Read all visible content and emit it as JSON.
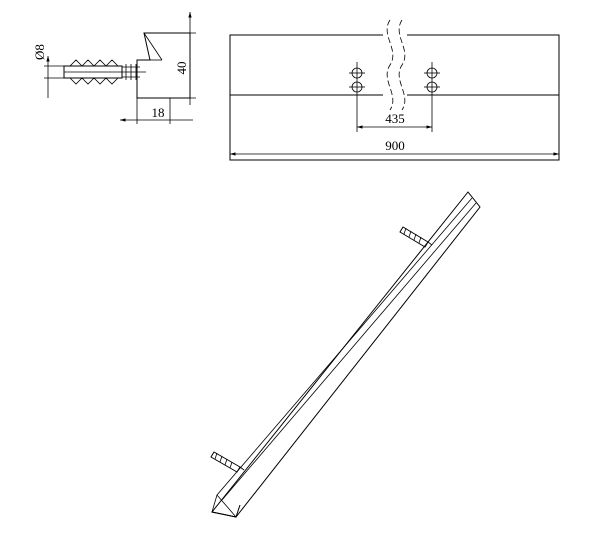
{
  "dimensions": {
    "diameter": "8",
    "height": "40",
    "depth": "18",
    "hole_spacing": "435",
    "total_length": "900"
  },
  "symbols": {
    "diameter_symbol": "Ø"
  },
  "icons": {
    "screw_anchor": "screw-anchor-icon"
  }
}
